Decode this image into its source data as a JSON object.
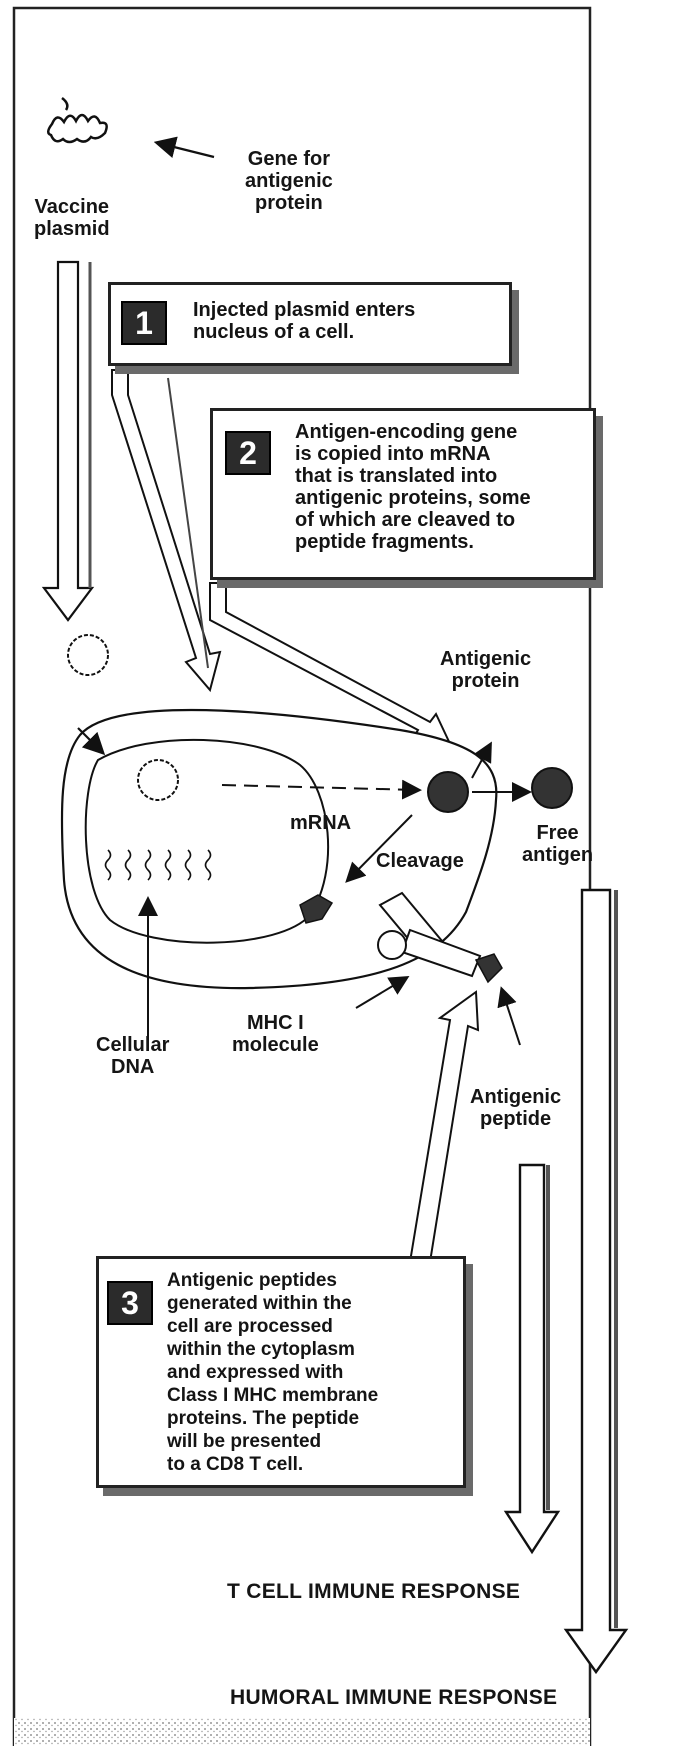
{
  "labels": {
    "gene_for_antigenic_protein": "Gene for\nantigenic\nprotein",
    "vaccine_plasmid": "Vaccine\nplasmid",
    "antigenic_protein": "Antigenic\nprotein",
    "mrna": "mRNA",
    "cleavage": "Cleavage",
    "free_antigen": "Free\nantigen",
    "cellular_dna": "Cellular\nDNA",
    "mhc_i_molecule": "MHC I\nmolecule",
    "antigenic_peptide": "Antigenic\npeptide"
  },
  "steps": [
    {
      "number": "1",
      "text": "Injected plasmid enters\nnucleus of a cell."
    },
    {
      "number": "2",
      "text": "Antigen-encoding gene\nis copied into mRNA\nthat is translated into\nantigenic proteins, some\nof which are cleaved to\npeptide fragments."
    },
    {
      "number": "3",
      "text": "Antigenic peptides\ngenerated within the\ncell are processed\nwithin the cytoplasm\nand expressed with\nClass I MHC membrane\nproteins. The peptide\nwill be presented\nto a CD8 T cell."
    }
  ],
  "responses": {
    "t_cell": "T CELL IMMUNE RESPONSE",
    "humoral": "HUMORAL IMMUNE RESPONSE"
  }
}
